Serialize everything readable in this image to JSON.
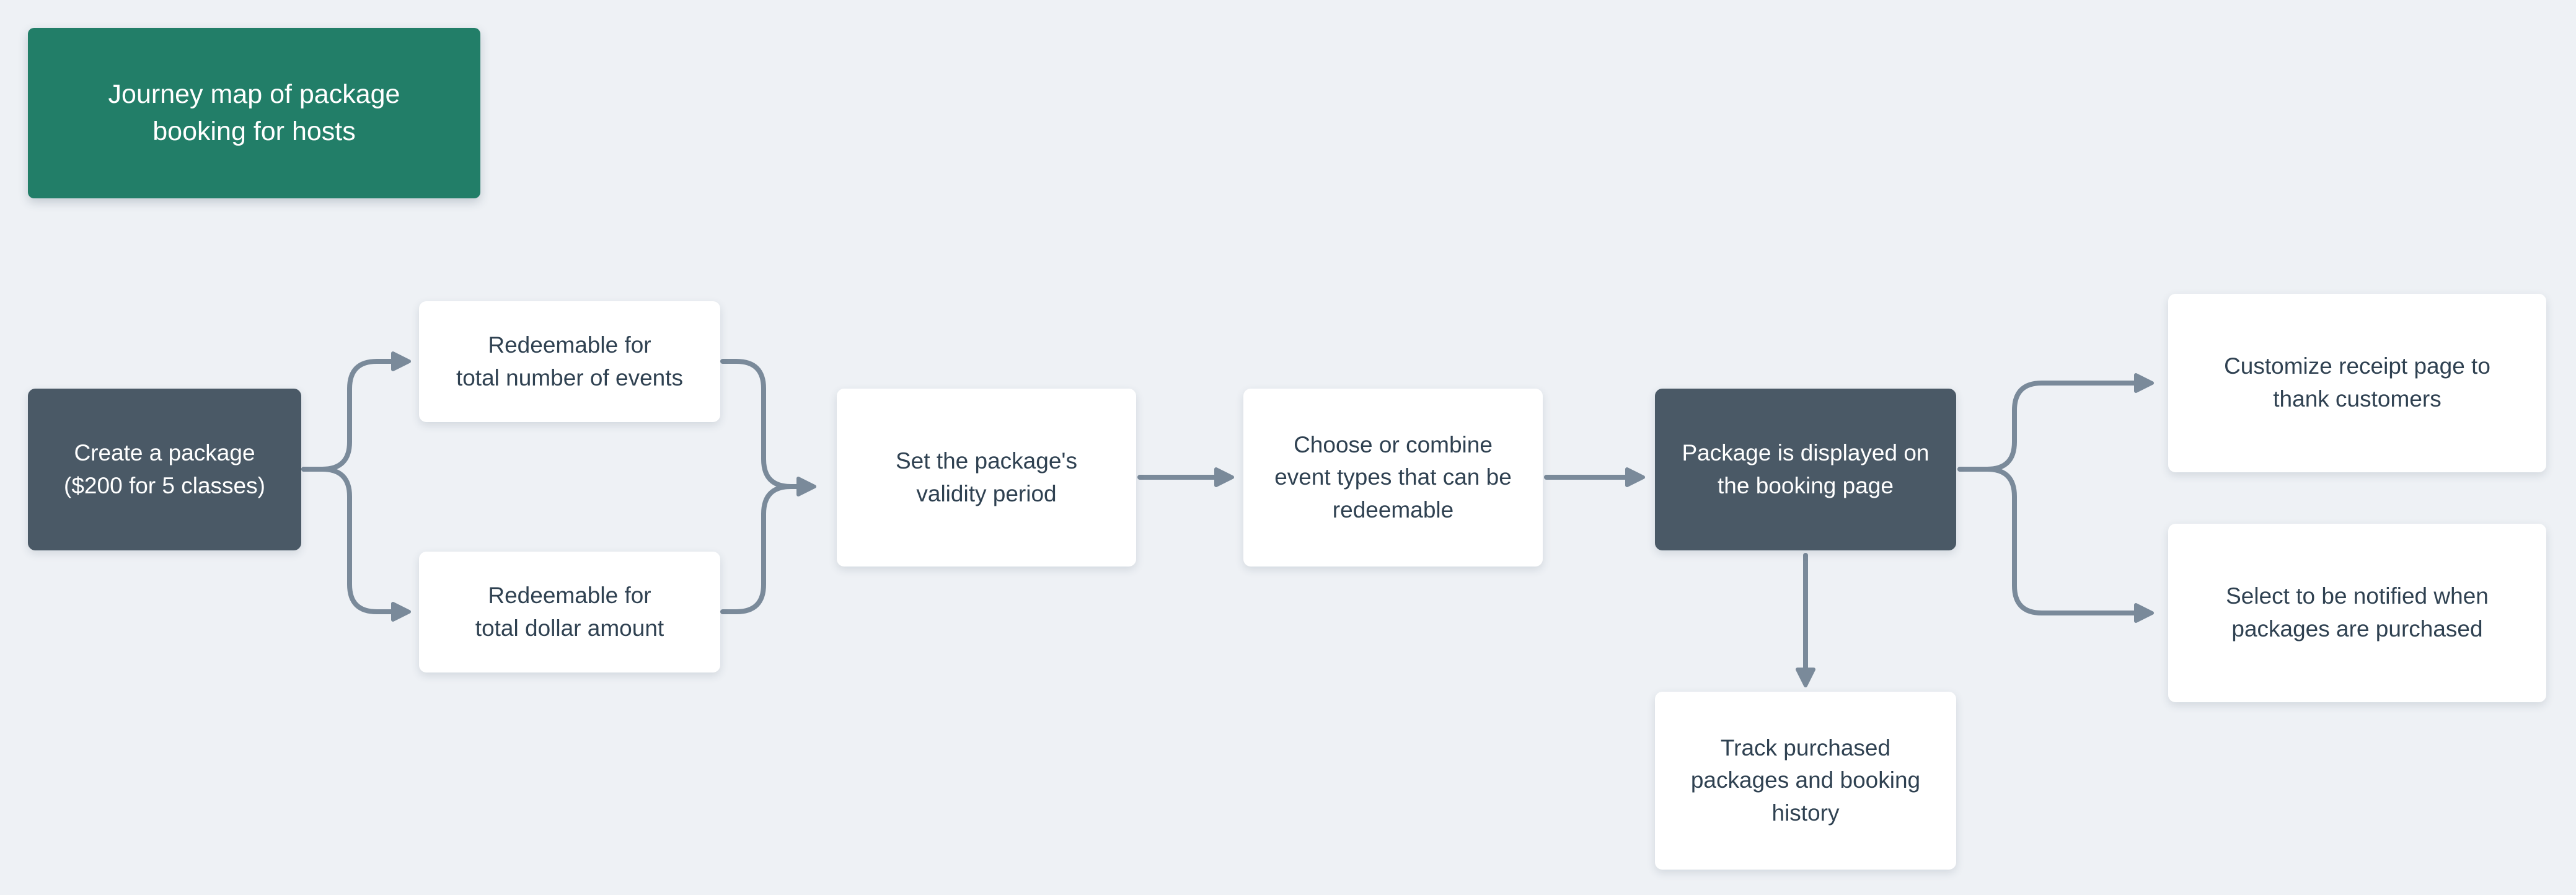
{
  "colors": {
    "background": "#eef1f5",
    "green": "#227e68",
    "dark": "#4a5966",
    "node_white": "#ffffff",
    "arrow": "#7a8a9a",
    "text_dark": "#2f4151",
    "text_light": "#ffffff"
  },
  "title_card": {
    "label": "Journey map of package\nbooking for hosts"
  },
  "nodes": {
    "create_package": {
      "label": "Create a package\n($200 for 5 classes)"
    },
    "redeemable_events": {
      "label": "Redeemable for\ntotal number of events"
    },
    "redeemable_dollar": {
      "label": "Redeemable for\ntotal dollar amount"
    },
    "validity_period": {
      "label": "Set the package's\nvalidity period"
    },
    "choose_event_types": {
      "label": "Choose or combine\nevent types that can be\nredeemable"
    },
    "package_displayed": {
      "label": "Package is displayed on\nthe booking page"
    },
    "customize_receipt": {
      "label": "Customize receipt page to\nthank customers"
    },
    "select_notified": {
      "label": "Select to be notified when\npackages are purchased"
    },
    "track_purchased": {
      "label": "Track purchased\npackages and booking\nhistory"
    }
  }
}
